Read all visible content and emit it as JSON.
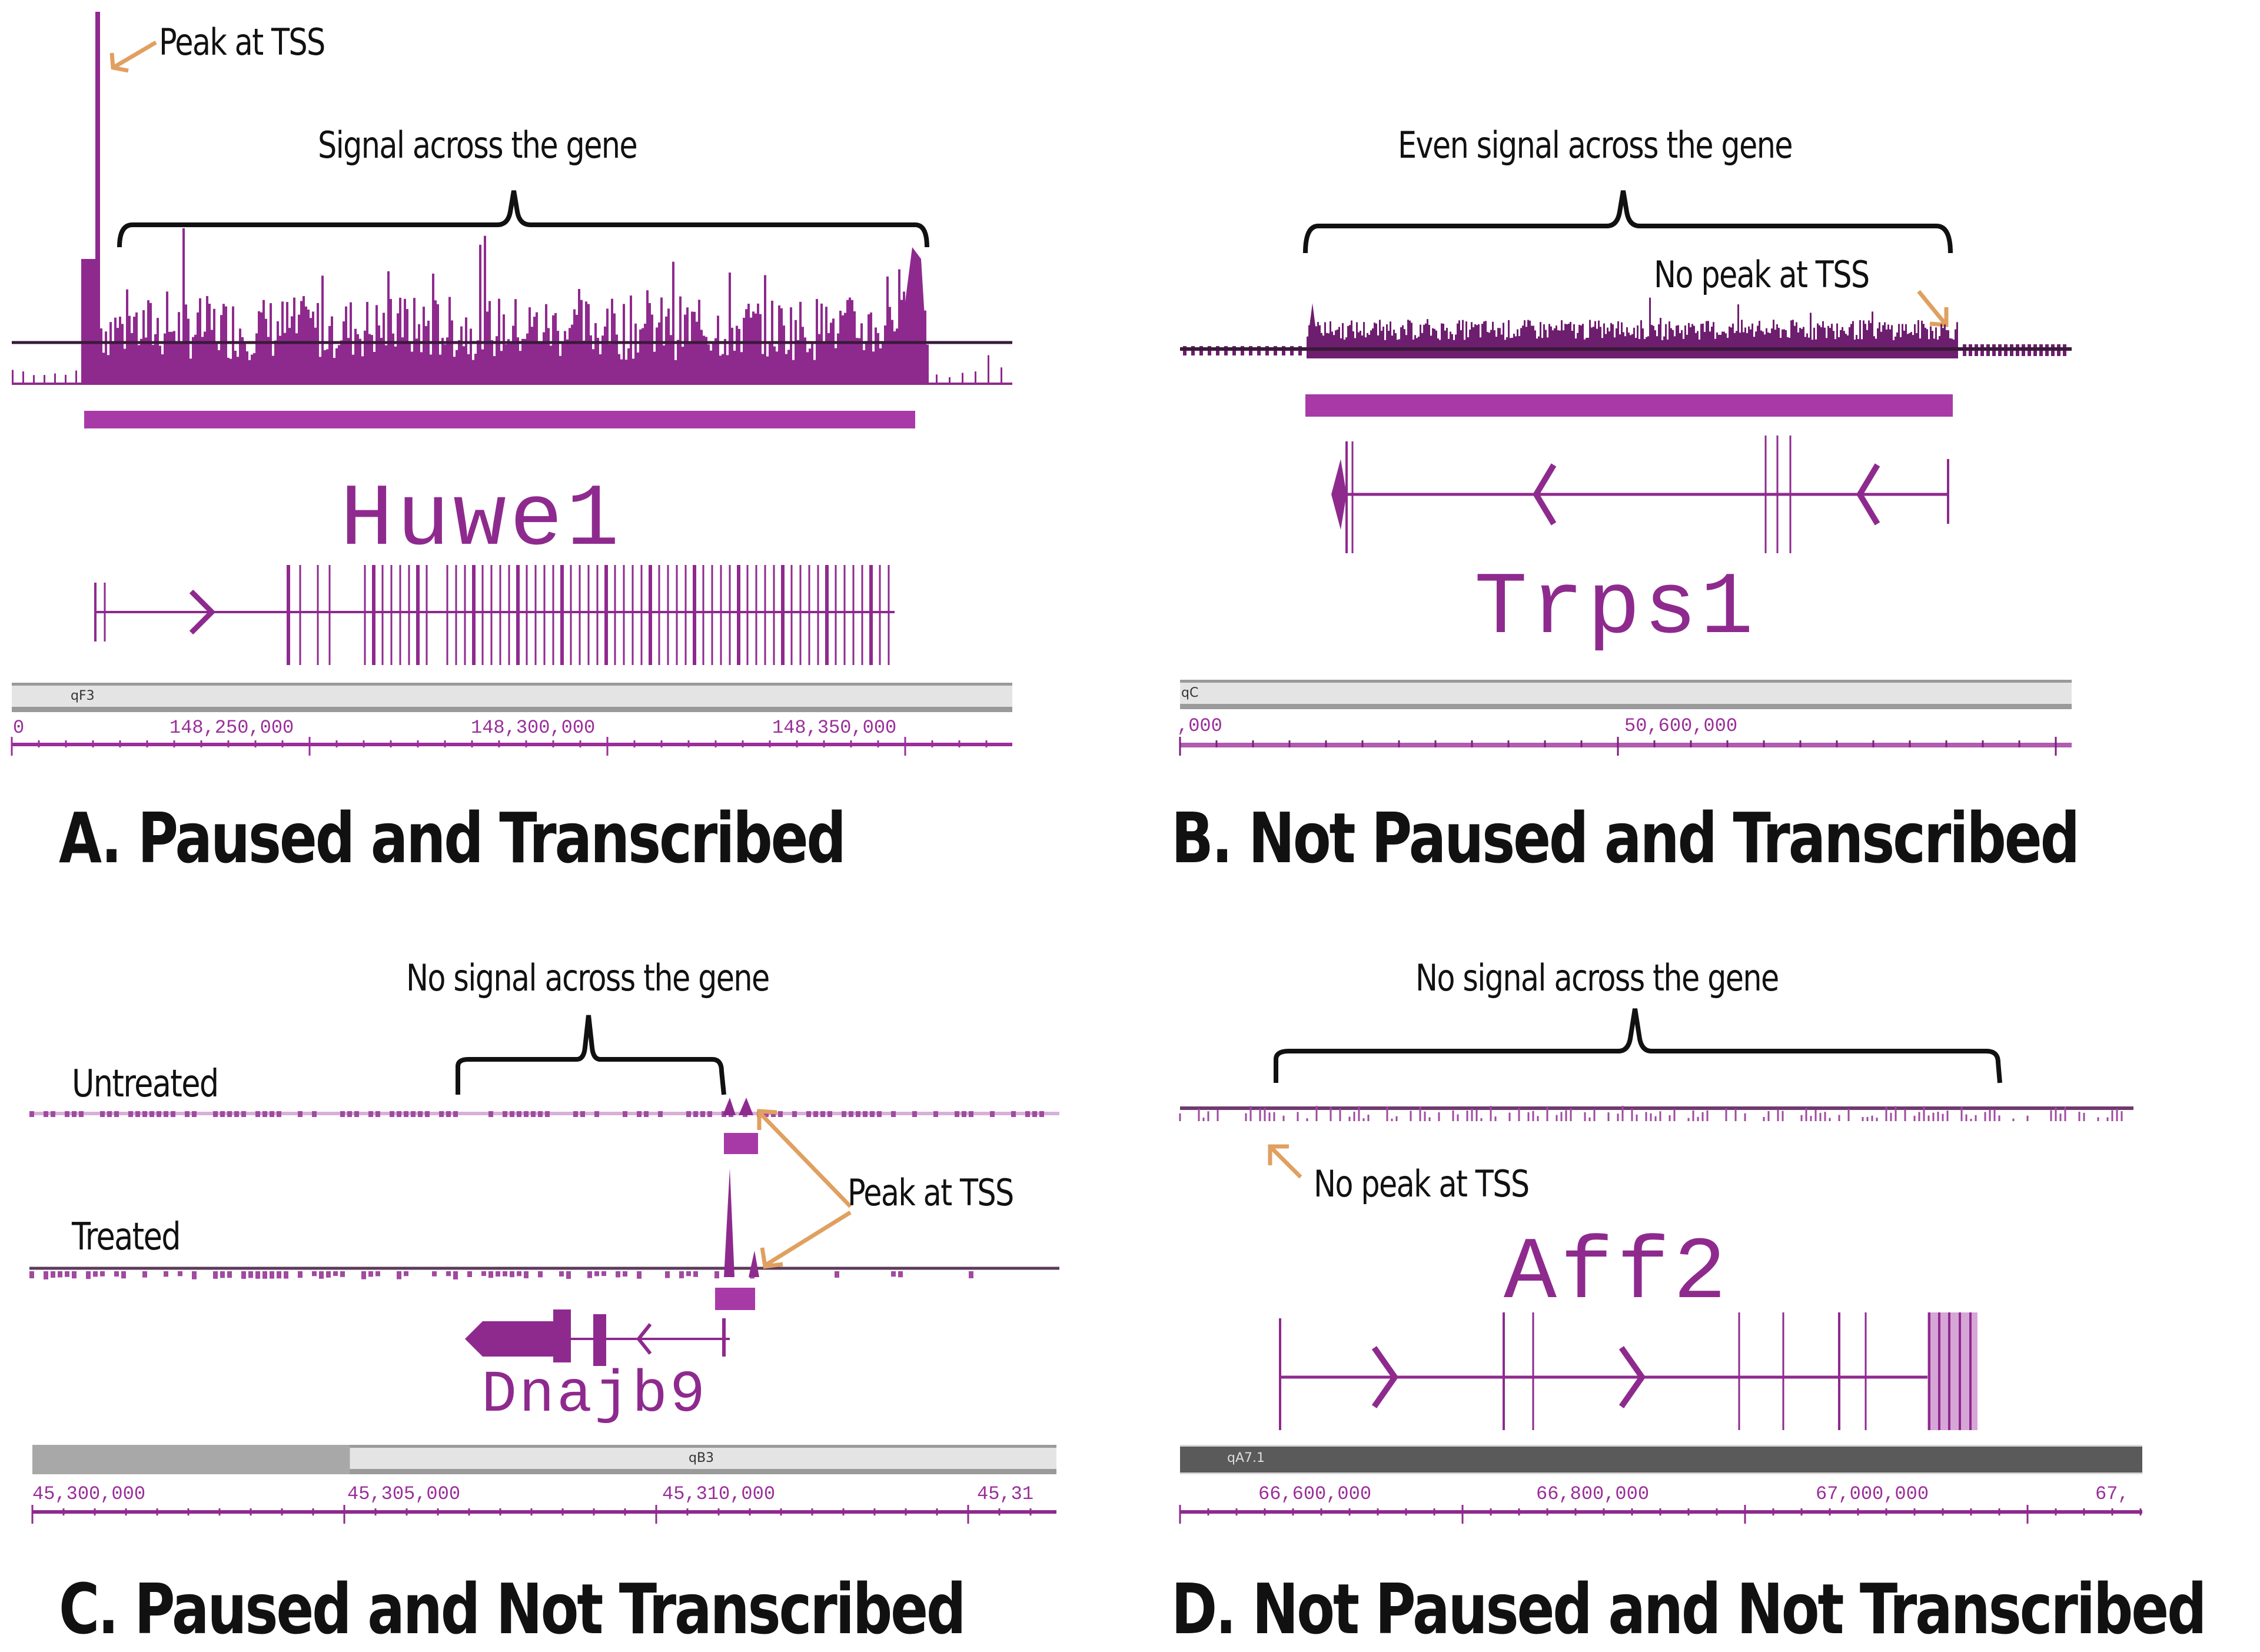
{
  "colors": {
    "signal": "#8e2a8e",
    "signal_light": "#b15bb1",
    "gene_bar": "#a83aa8",
    "axis": "#9a2e9a",
    "arrow": "#e0a060",
    "text": "#111111"
  },
  "panels": {
    "a": {
      "title": "A. Paused and Transcribed",
      "peak_label": "Peak at TSS",
      "brace_label": "Signal across the gene",
      "gene_name": "Huwe1",
      "band_label": "qF3",
      "ticks": [
        "148,250,000",
        "148,300,000",
        "148,350,000"
      ],
      "tick_left_fragment": "0"
    },
    "b": {
      "title": "B. Not Paused and Transcribed",
      "brace_label": "Even signal across the gene",
      "peak_label": "No peak at TSS",
      "gene_name": "Trps1",
      "band_label": "qC",
      "ticks": [
        ",000",
        "50,600,000"
      ]
    },
    "c": {
      "title": "C. Paused and Not Transcribed",
      "brace_label": "No signal across the gene",
      "track_untreated": "Untreated",
      "track_treated": "Treated",
      "peak_label": "Peak at TSS",
      "gene_name": "Dnajb9",
      "band_label": "qB3",
      "ticks": [
        "45,300,000",
        "45,305,000",
        "45,310,000",
        "45,31"
      ]
    },
    "d": {
      "title": "D. Not Paused and Not Transcribed",
      "brace_label": "No signal across the gene",
      "peak_label": "No peak at TSS",
      "gene_name": "Aff2",
      "band_label": "qA7.1",
      "ticks": [
        "66,600,000",
        "66,800,000",
        "67,000,000",
        "67,"
      ]
    }
  }
}
